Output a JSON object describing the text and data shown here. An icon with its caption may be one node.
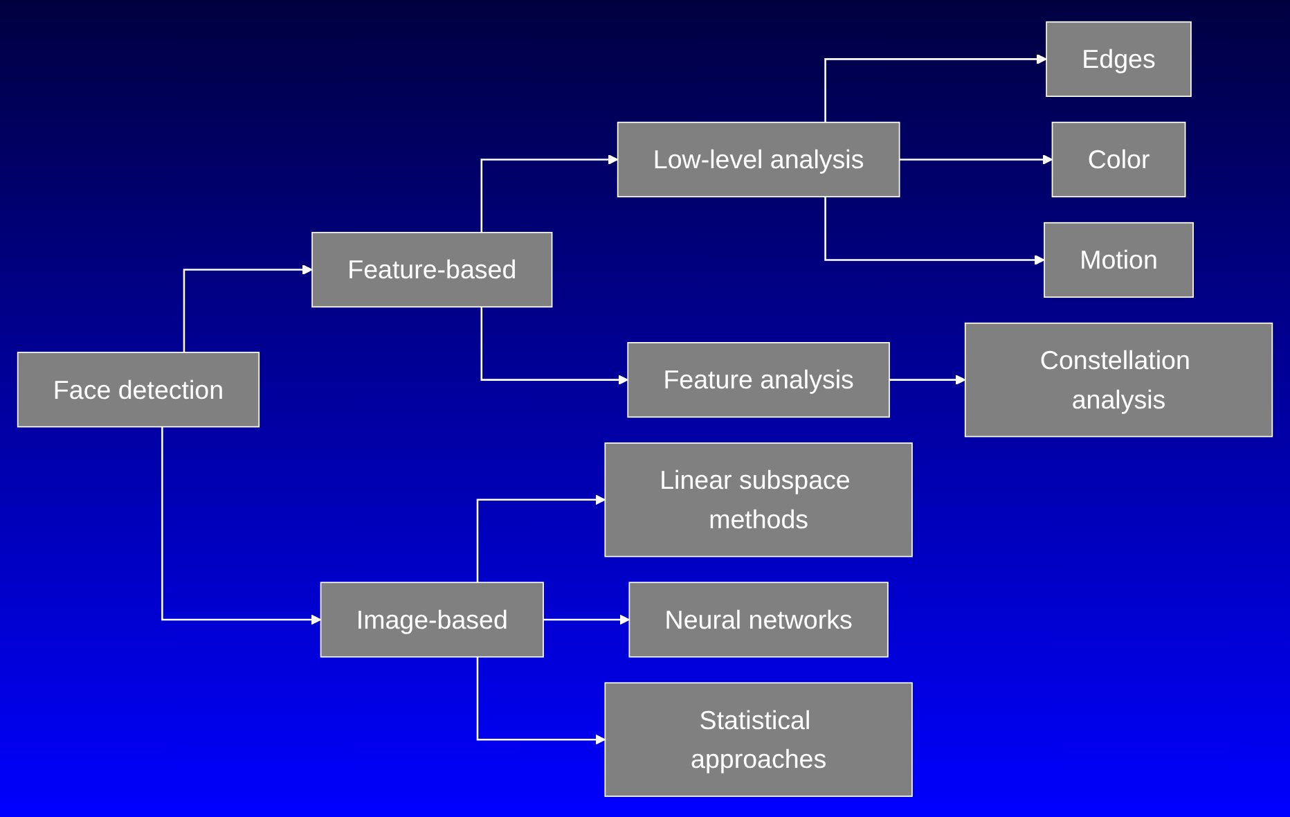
{
  "diagram": {
    "nodes": [
      {
        "text": [
          "Face detection"
        ]
      },
      {
        "text": [
          "Feature-based"
        ]
      },
      {
        "text": [
          "Low-level analysis"
        ]
      },
      {
        "text": [
          "Edges"
        ]
      },
      {
        "text": [
          "Color"
        ]
      },
      {
        "text": [
          "Motion"
        ]
      },
      {
        "text": [
          "Feature analysis"
        ]
      },
      {
        "text": [
          "Constellation analysis"
        ]
      },
      {
        "text": [
          "Image-based"
        ]
      },
      {
        "text": [
          "Linear subspace methods"
        ]
      },
      {
        "text": [
          "Neural networks"
        ]
      },
      {
        "text": [
          "Statistical approaches"
        ]
      }
    ],
    "edges": [
      {
        "from": 0,
        "to": 1,
        "arrow": "to"
      },
      {
        "from": 0,
        "to": 8,
        "arrow": "to"
      },
      {
        "from": 1,
        "to": 2,
        "arrow": "to"
      },
      {
        "from": 1,
        "to": 6,
        "arrow": "to"
      },
      {
        "from": 2,
        "to": 3,
        "arrow": "to"
      },
      {
        "from": 2,
        "to": 4,
        "arrow": "to"
      },
      {
        "from": 2,
        "to": 5,
        "arrow": "to"
      },
      {
        "from": 6,
        "to": 7,
        "arrow": "to"
      },
      {
        "from": 8,
        "to": 9,
        "arrow": "to"
      },
      {
        "from": 8,
        "to": 10,
        "arrow": "to"
      },
      {
        "from": 8,
        "to": 11,
        "arrow": "to"
      }
    ]
  }
}
